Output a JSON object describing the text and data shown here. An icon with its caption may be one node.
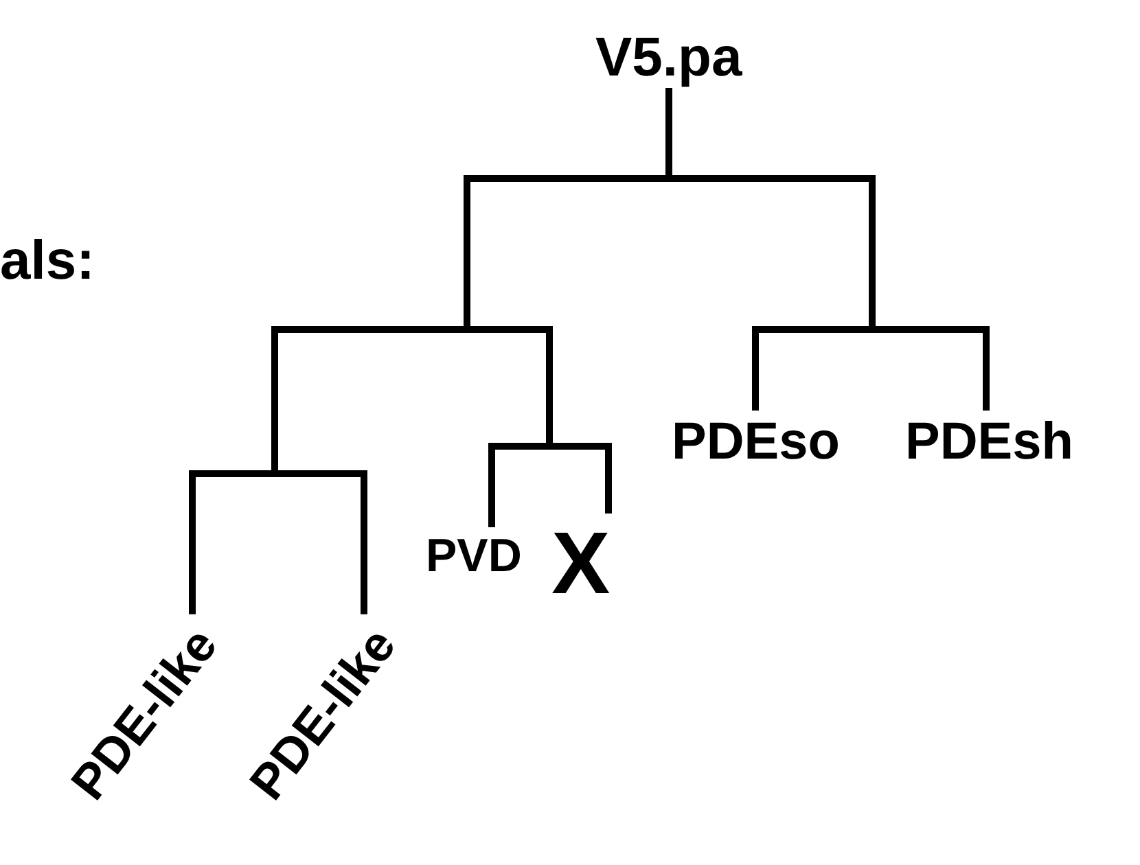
{
  "diagram": {
    "nodes": [
      {
        "text": [
          "V5.pa"
        ]
      },
      {
        "text": [
          "PDEso"
        ]
      },
      {
        "text": [
          "PDEsh"
        ]
      },
      {
        "text": [
          "PVD"
        ]
      },
      {
        "text": [
          "X"
        ]
      },
      {
        "text": [
          "PDE-like"
        ]
      },
      {
        "text": [
          "PDE-like"
        ]
      }
    ],
    "edges": [
      {
        "from": 0,
        "to": 5,
        "arrow": "none"
      },
      {
        "from": 0,
        "to": 6,
        "arrow": "none"
      },
      {
        "from": 0,
        "to": 3,
        "arrow": "none"
      },
      {
        "from": 0,
        "to": 4,
        "arrow": "none"
      },
      {
        "from": 0,
        "to": 1,
        "arrow": "none"
      },
      {
        "from": 0,
        "to": 2,
        "arrow": "none"
      }
    ],
    "labels": [
      "als:"
    ]
  }
}
